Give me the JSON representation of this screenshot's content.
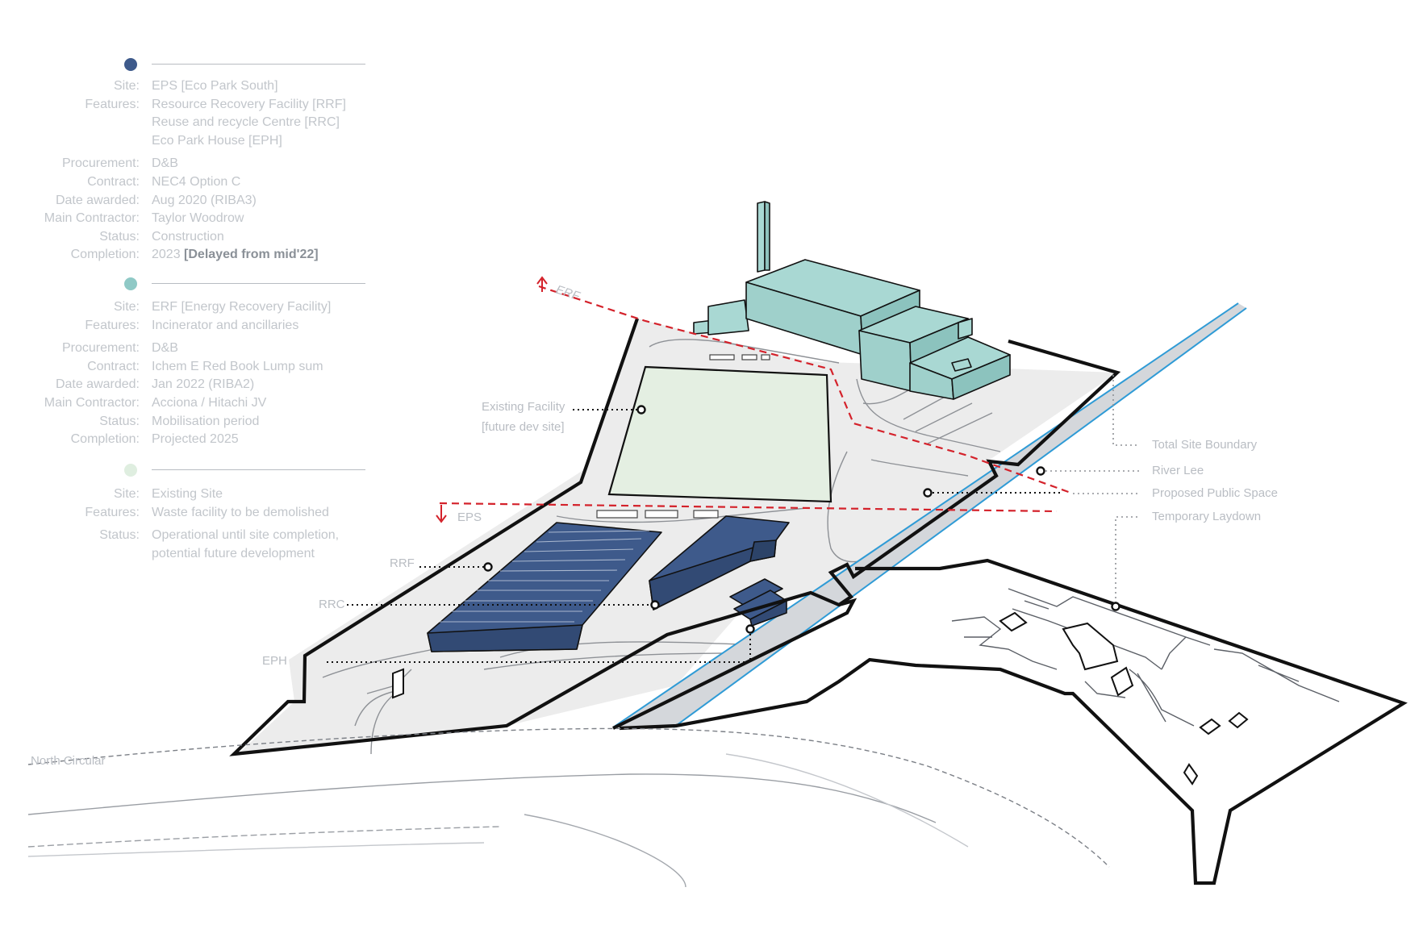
{
  "legend": {
    "groups": [
      {
        "color": "#3e5a8b",
        "rows": [
          {
            "key": "Site:",
            "value": "EPS [Eco Park South]"
          },
          {
            "key": "Features:",
            "value": "Resource Recovery Facility [RRF]"
          },
          {
            "key": "",
            "value": "Reuse and recycle Centre [RRC]"
          },
          {
            "key": "",
            "value": "Eco Park House [EPH]"
          },
          {
            "key": "Procurement:",
            "value": "D&B"
          },
          {
            "key": "Contract:",
            "value": "NEC4 Option C"
          },
          {
            "key": "Date awarded:",
            "value": "Aug 2020 (RIBA3)"
          },
          {
            "key": "Main Contractor:",
            "value": "Taylor Woodrow"
          },
          {
            "key": "Status:",
            "value": "Construction"
          },
          {
            "key": "Completion:",
            "value": "2023 ",
            "emphasis": "[Delayed from mid'22]"
          }
        ]
      },
      {
        "color": "#8fc9c6",
        "rows": [
          {
            "key": "Site:",
            "value": "ERF [Energy Recovery Facility]"
          },
          {
            "key": "Features:",
            "value": "Incinerator and ancillaries"
          },
          {
            "key": "Procurement:",
            "value": "D&B"
          },
          {
            "key": "Contract:",
            "value": "Ichem E Red Book Lump sum"
          },
          {
            "key": "Date awarded:",
            "value": "Jan 2022 (RIBA2)"
          },
          {
            "key": "Main Contractor:",
            "value": "Acciona / Hitachi JV"
          },
          {
            "key": "Status:",
            "value": "Mobilisation period"
          },
          {
            "key": "Completion:",
            "value": "Projected 2025"
          }
        ]
      },
      {
        "color": "#dfeee0",
        "rows": [
          {
            "key": "Site:",
            "value": "Existing Site"
          },
          {
            "key": "Features:",
            "value": "Waste facility to be demolished"
          },
          {
            "key": "Status:",
            "value": "Operational until site completion,"
          },
          {
            "key": "",
            "value": "potential future development"
          }
        ]
      }
    ]
  },
  "map": {
    "labels": {
      "erf": "ERF",
      "eps": "EPS",
      "existing_facility_1": "Existing Facility",
      "existing_facility_2": "[future dev site]",
      "rrf": "RRF",
      "rrc": "RRC",
      "eph": "EPH",
      "north_circular": "North Circular",
      "total_site_boundary": "Total Site Boundary",
      "river_lee": "River Lee",
      "proposed_public_space": "Proposed Public Space",
      "temporary_laydown": "Temporary Laydown"
    },
    "colors": {
      "eps_buildings": "#3e5a8b",
      "erf_buildings": "#a9d8d3",
      "existing_site": "#e4efe2",
      "river": "#2f9bd6",
      "section_line": "#d4222b",
      "site_ground": "#ececec",
      "boundary": "#111111"
    }
  }
}
